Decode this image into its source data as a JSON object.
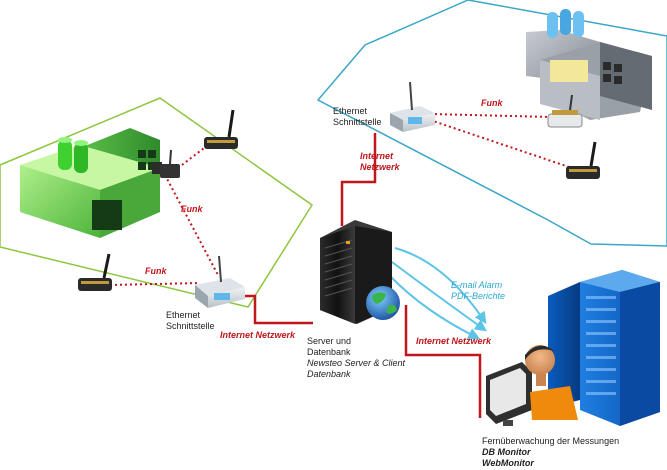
{
  "site_left": {
    "gateway_label_line1": "Ethernet",
    "gateway_label_line2": "Schnittstelle",
    "funk_label_1": "Funk",
    "funk_label_2": "Funk",
    "network_label": "Internet Netzwerk"
  },
  "site_right": {
    "gateway_label_line1": "Ethernet",
    "gateway_label_line2": "Schnittstelle",
    "funk_label": "Funk",
    "network_label_line1": "Internet",
    "network_label_line2": "Netzwerk"
  },
  "server": {
    "label_line1": "Server und",
    "label_line2": "Datenbank",
    "label_line3": "Newsteo Server & Client",
    "label_line4": "Datenbank",
    "alarm_line1": "E-mail Alarm",
    "alarm_line2": "PDF-Berichte",
    "network_label": "Internet Netzwerk"
  },
  "monitoring": {
    "title": "Fernüberwachung der Messungen",
    "line1": "DB Monitor",
    "line2": "WebMonitor"
  },
  "colors": {
    "site_left_border": "#8dc63f",
    "site_right_border": "#3aa6c8",
    "network_line": "#c0161c",
    "funk_dotted": "#c0161c",
    "alarm_arrow": "#5cc4e6"
  }
}
